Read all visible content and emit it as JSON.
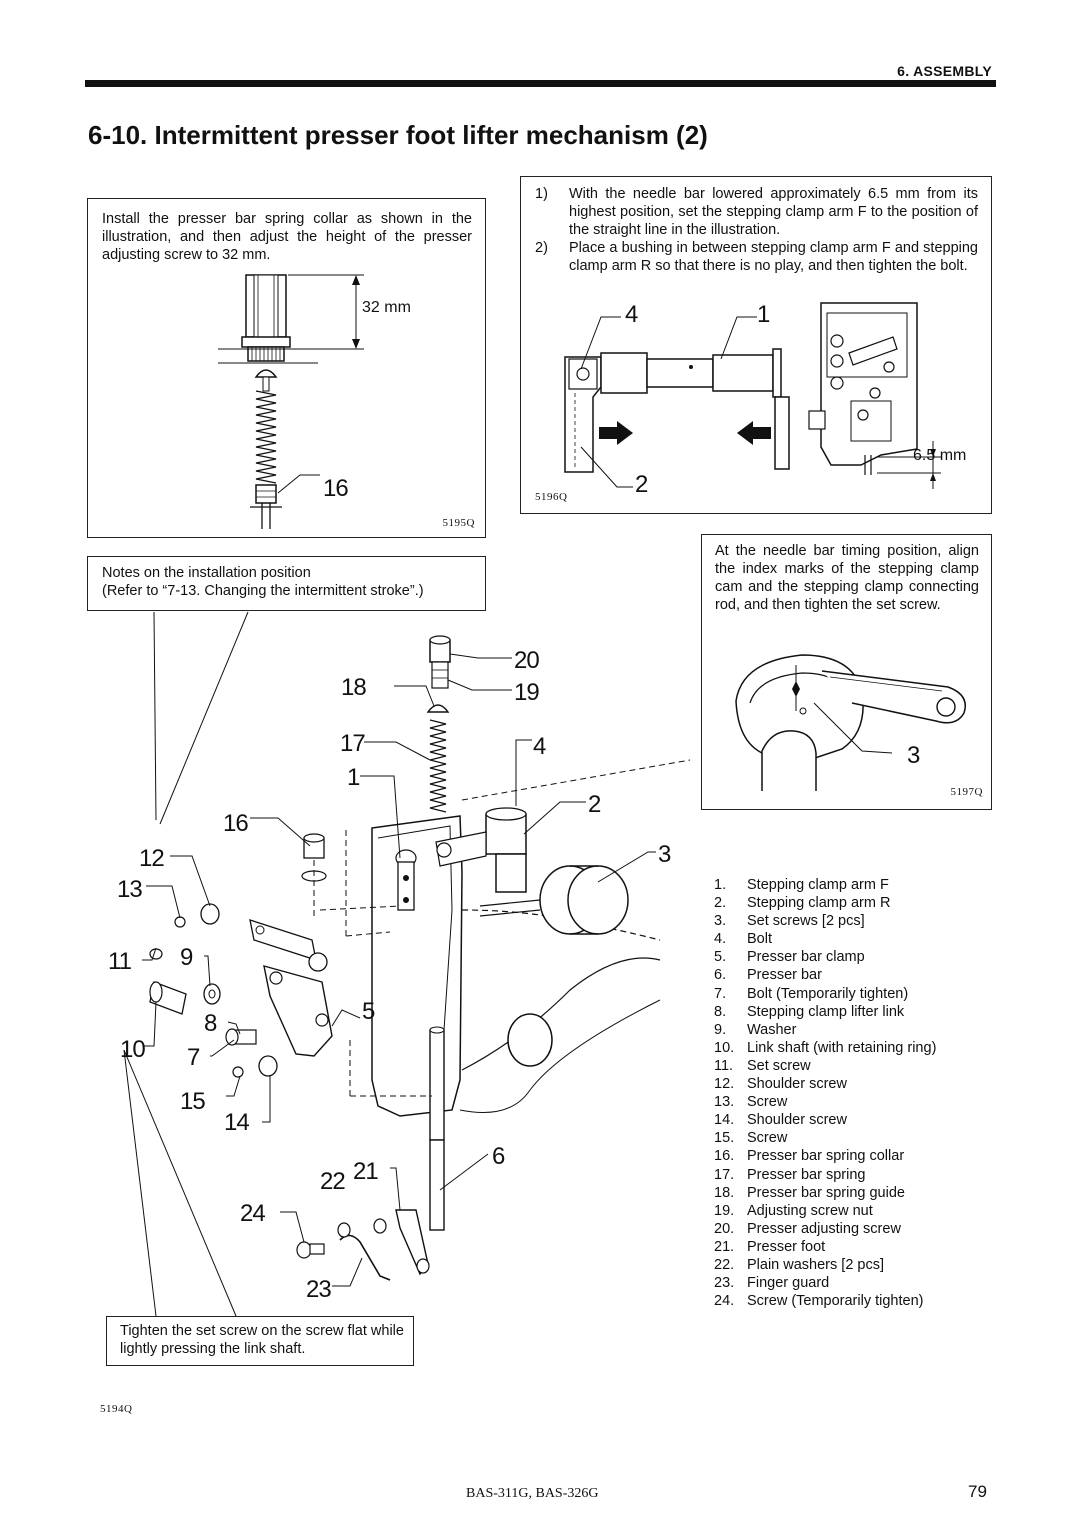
{
  "header": {
    "section": "6. ASSEMBLY",
    "rule_color": "#111111"
  },
  "title": "6-10. Intermittent presser foot lifter mechanism (2)",
  "box_collar": {
    "text": "Install the presser bar spring collar as shown in the illustration, and then adjust the height of the presser adjusting screw to 32 mm.",
    "dimension": "32 mm",
    "callout": "16",
    "figure_id": "5195Q"
  },
  "box_steps": {
    "steps": [
      {
        "n": "1)",
        "text": "With the needle bar lowered approximately 6.5 mm from its highest position, set the stepping clamp arm F to the position of the straight line in the illustration."
      },
      {
        "n": "2)",
        "text": "Place a bushing in between stepping clamp arm F and stepping clamp arm R so that there is no play, and then tighten the bolt."
      }
    ],
    "callouts": [
      "4",
      "1",
      "2"
    ],
    "dimension": "6.5 mm",
    "figure_id": "5196Q"
  },
  "box_notes": {
    "line1": "Notes on the installation position",
    "line2": "(Refer to “7-13. Changing the intermittent stroke”.)"
  },
  "box_timing": {
    "text": "At the needle bar timing position, align the index marks of the stepping clamp cam and the stepping clamp connecting rod, and then tighten the set screw.",
    "callout": "3",
    "figure_id": "5197Q"
  },
  "box_tighten": {
    "text": "Tighten the set screw on the screw flat while lightly pressing the link shaft."
  },
  "main_figure": {
    "callouts": [
      "20",
      "18",
      "19",
      "17",
      "4",
      "1",
      "2",
      "16",
      "3",
      "12",
      "13",
      "11",
      "9",
      "8",
      "5",
      "10",
      "7",
      "15",
      "14",
      "22",
      "21",
      "6",
      "24",
      "23"
    ],
    "figure_id": "5194Q"
  },
  "parts_list": [
    {
      "num": "1.",
      "name": "Stepping clamp arm F"
    },
    {
      "num": "2.",
      "name": "Stepping clamp arm R"
    },
    {
      "num": "3.",
      "name": "Set screws [2 pcs]"
    },
    {
      "num": "4.",
      "name": "Bolt"
    },
    {
      "num": "5.",
      "name": "Presser bar clamp"
    },
    {
      "num": "6.",
      "name": "Presser bar"
    },
    {
      "num": "7.",
      "name": "Bolt (Temporarily tighten)"
    },
    {
      "num": "8.",
      "name": "Stepping clamp lifter link"
    },
    {
      "num": "9.",
      "name": "Washer"
    },
    {
      "num": "10.",
      "name": "Link shaft (with retaining ring)"
    },
    {
      "num": "11.",
      "name": "Set screw"
    },
    {
      "num": "12.",
      "name": "Shoulder screw"
    },
    {
      "num": "13.",
      "name": "Screw"
    },
    {
      "num": "14.",
      "name": "Shoulder screw"
    },
    {
      "num": "15.",
      "name": "Screw"
    },
    {
      "num": "16.",
      "name": "Presser bar spring collar"
    },
    {
      "num": "17.",
      "name": "Presser bar spring"
    },
    {
      "num": "18.",
      "name": "Presser bar spring guide"
    },
    {
      "num": "19.",
      "name": "Adjusting screw nut"
    },
    {
      "num": "20.",
      "name": "Presser adjusting screw"
    },
    {
      "num": "21.",
      "name": "Presser foot"
    },
    {
      "num": "22.",
      "name": "Plain washers [2 pcs]"
    },
    {
      "num": "23.",
      "name": "Finger guard"
    },
    {
      "num": "24.",
      "name": "Screw (Temporarily tighten)"
    }
  ],
  "footer": {
    "model": "BAS-311G, BAS-326G",
    "page": "79"
  }
}
